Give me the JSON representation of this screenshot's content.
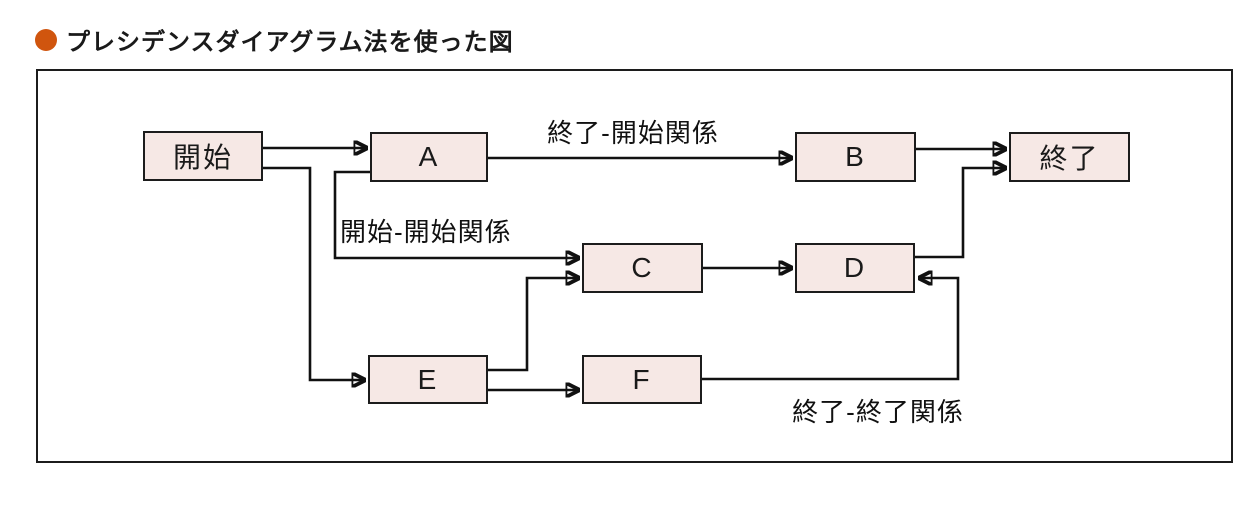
{
  "title": {
    "text": "プレシデンスダイアグラム法を使った図"
  },
  "diagram": {
    "type": "precedence-diagram",
    "nodes": {
      "start": "開始",
      "a": "A",
      "b": "B",
      "c": "C",
      "d": "D",
      "e": "E",
      "f": "F",
      "end": "終了"
    },
    "relation_labels": {
      "finish_start": "終了-開始関係",
      "start_start": "開始-開始関係",
      "finish_finish": "終了-終了関係"
    },
    "edges": [
      {
        "from": "開始",
        "to": "A"
      },
      {
        "from": "開始",
        "to": "E"
      },
      {
        "from": "A",
        "to": "B",
        "label": "終了-開始関係"
      },
      {
        "from": "A",
        "to": "C",
        "label": "開始-開始関係"
      },
      {
        "from": "B",
        "to": "終了"
      },
      {
        "from": "C",
        "to": "D"
      },
      {
        "from": "E",
        "to": "C"
      },
      {
        "from": "E",
        "to": "F"
      },
      {
        "from": "D",
        "to": "終了"
      },
      {
        "from": "F",
        "to": "D",
        "label": "終了-終了関係"
      }
    ],
    "colors": {
      "bullet": "#d0550e",
      "node_fill": "#f6e8e5",
      "node_border": "#1c1c1c",
      "line": "#111111"
    }
  }
}
